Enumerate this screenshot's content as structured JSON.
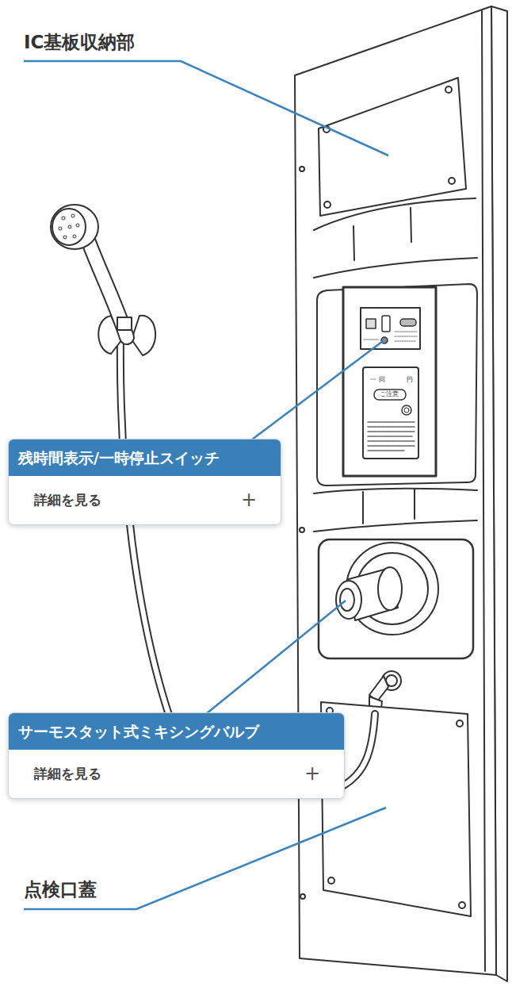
{
  "diagram": {
    "nodes": [
      {
        "text": [
          "残時間表示/一時停止スイッチ",
          "詳細を見る",
          "+"
        ]
      },
      {
        "text": [
          "サーモスタット式ミキシングバルブ",
          "詳細を見る",
          "+"
        ]
      }
    ],
    "labels": [
      "IC基板収納部",
      "一回",
      "円",
      "ご注意",
      "点検口蓋"
    ]
  }
}
